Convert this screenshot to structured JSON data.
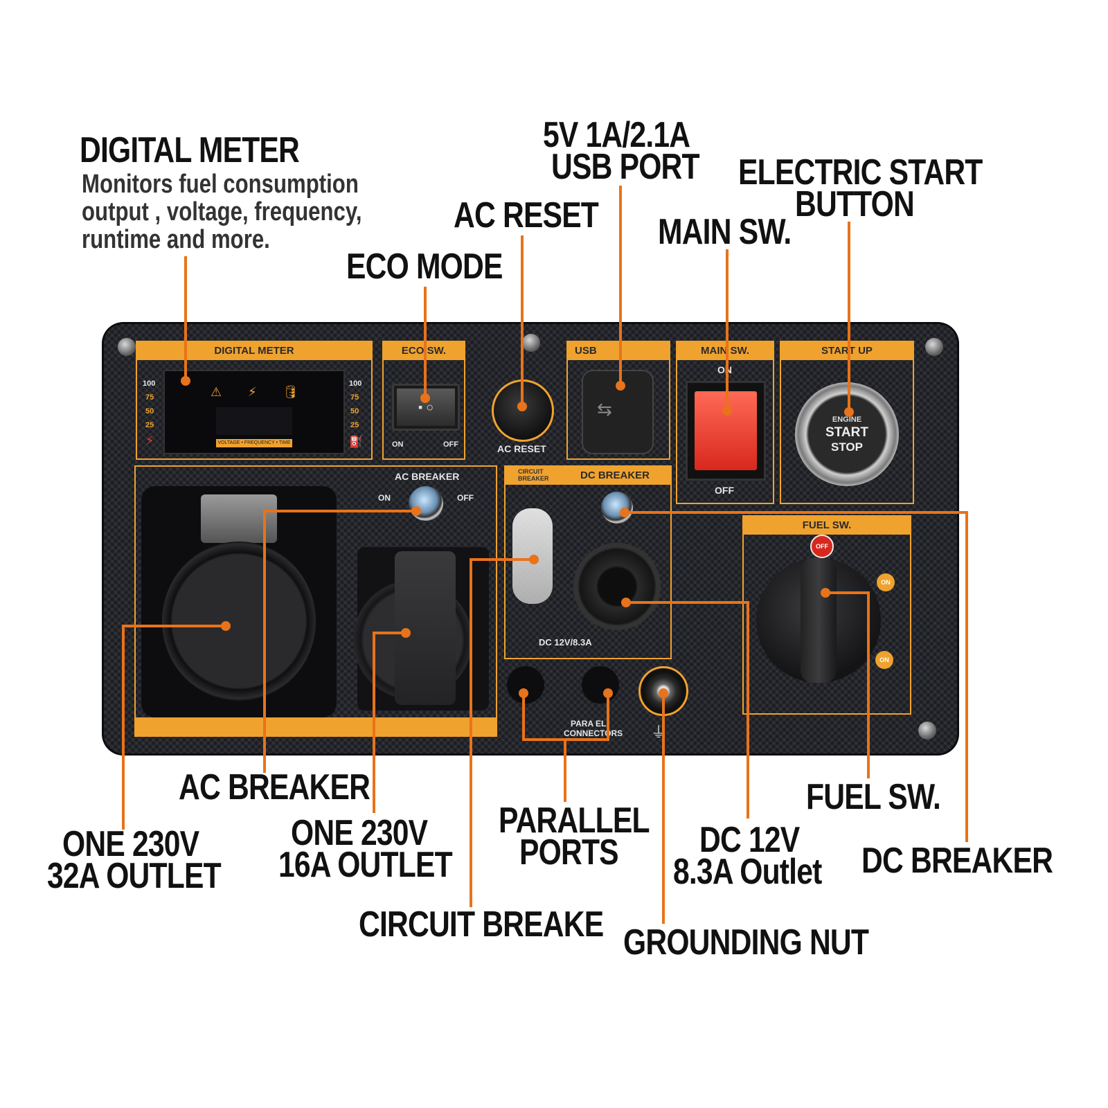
{
  "callouts": {
    "digital_meter_title": "DIGITAL METER",
    "digital_meter_desc": [
      "Monitors fuel consumption",
      "output , voltage, frequency,",
      "runtime and more."
    ],
    "eco_mode": "ECO MODE",
    "ac_reset": "AC RESET",
    "usb_port": [
      "5V 1A/2.1A",
      "USB PORT"
    ],
    "main_sw": "MAIN SW.",
    "electric_start": [
      "ELECTRIC START",
      "BUTTON"
    ],
    "ac_breaker": "AC BREAKER",
    "outlet_32a": [
      "ONE 230V",
      "32A OUTLET"
    ],
    "outlet_16a": [
      "ONE 230V",
      "16A OUTLET"
    ],
    "circuit_breaker": "CIRCUIT BREAKE",
    "parallel_ports": [
      "PARALLEL",
      "PORTS"
    ],
    "grounding_nut": "GROUNDING NUT",
    "dc_outlet": [
      "DC 12V",
      "8.3A Outlet"
    ],
    "fuel_sw": "FUEL SW.",
    "dc_breaker": "DC BREAKER"
  },
  "panel": {
    "digital_meter_header": "DIGITAL METER",
    "meter_scale": [
      "100",
      "75",
      "50",
      "25"
    ],
    "meter_bottom": "VOLTAGE • FREQUENCY • TIME",
    "eco_header": "ECO SW.",
    "eco_on": "ON",
    "eco_off": "OFF",
    "ac_reset_label": "AC RESET",
    "usb_header": "USB",
    "main_header": "MAIN SW.",
    "main_on": "ON",
    "main_off": "OFF",
    "start_header": "START UP",
    "start_text": [
      "ENGINE",
      "START",
      "STOP"
    ],
    "ac_breaker_header": "AC BREAKER",
    "ac_on": "ON",
    "ac_off": "OFF",
    "circuit_breaker_header": "CIRCUIT BREAKER",
    "dc_breaker_header": "DC BREAKER",
    "dc_label": "DC 12V/8.3A",
    "fuel_header": "FUEL SW.",
    "fuel_off": "OFF",
    "fuel_on": "ON",
    "parallel_label": [
      "PARA EL",
      "CONNECTORS"
    ]
  },
  "colors": {
    "accent": "#e8731a",
    "panel_orange": "#f0a22e",
    "panel_bg": "#1b1d22"
  }
}
